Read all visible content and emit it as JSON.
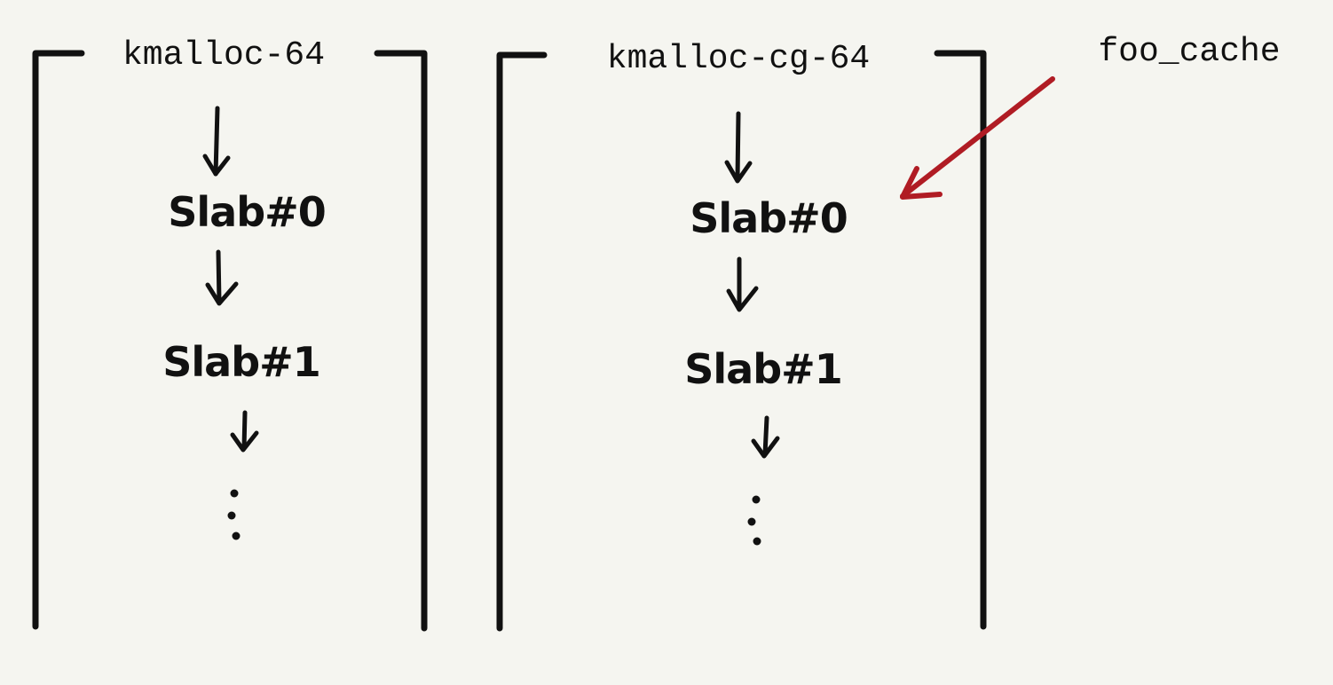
{
  "caches": [
    {
      "name": "kmalloc-64",
      "slabs": [
        "Slab#0",
        "Slab#1"
      ],
      "continuation": "⋮"
    },
    {
      "name": "kmalloc-cg-64",
      "slabs": [
        "Slab#0",
        "Slab#1"
      ],
      "continuation": "⋮"
    }
  ],
  "pointer": {
    "label": "foo_cache",
    "target": "kmalloc-cg-64",
    "color": "#b01c24"
  },
  "colors": {
    "background": "#f5f5f0",
    "ink": "#111111"
  }
}
